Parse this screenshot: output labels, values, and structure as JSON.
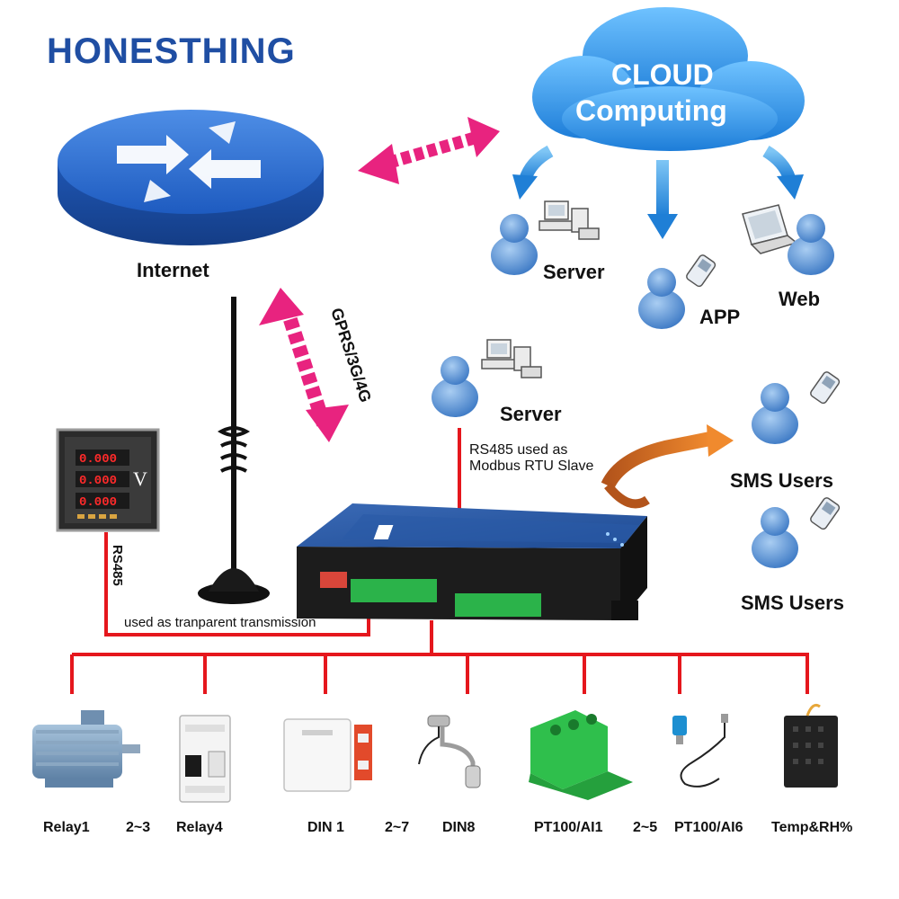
{
  "brand": {
    "logo_text": "HONESTHING"
  },
  "cloud": {
    "line1": "CLOUD",
    "line2": "Computing"
  },
  "internet": {
    "label": "Internet"
  },
  "link": {
    "gprs_label": "GPRS/3G/4G"
  },
  "cloud_clients": {
    "server": "Server",
    "app": "APP",
    "web": "Web"
  },
  "local_server": {
    "label": "Server",
    "note_line1": "RS485 used as",
    "note_line2": "Modbus RTU Slave"
  },
  "sms": {
    "users_1": "SMS Users",
    "users_2": "SMS Users"
  },
  "meter": {
    "rs485_label": "RS485",
    "unit": "V",
    "display": [
      "0.000",
      "0.000",
      "0.000"
    ]
  },
  "transparent": {
    "label": "used as tranparent transmission"
  },
  "io_labels": {
    "relay1": "Relay1",
    "relay_range": "2~3",
    "relay4": "Relay4",
    "din1": "DIN 1",
    "din_range": "2~7",
    "din8": "DIN8",
    "pt100_ai1": "PT100/AI1",
    "ai_range": "2~5",
    "pt100_ai6": "PT100/AI6",
    "temp_rh": "Temp&RH%"
  },
  "colors": {
    "brand_blue": "#1f4ea3",
    "link_magenta": "#e8237f",
    "bus_red": "#e5171d",
    "cloud_blue": "#2f8fe0",
    "arrow_orange": "#ee7a22",
    "terminal_green": "#2bb34a"
  }
}
